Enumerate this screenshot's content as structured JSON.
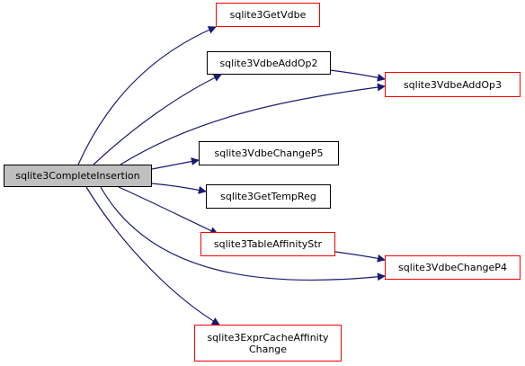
{
  "colors": {
    "edge": "#191970",
    "root_fill": "#bfbfbf",
    "linked_border": "#ff0000",
    "plain_border": "#000000"
  },
  "nodes": {
    "root": "sqlite3CompleteInsertion",
    "getvdbe": "sqlite3GetVdbe",
    "addop2": "sqlite3VdbeAddOp2",
    "addop3": "sqlite3VdbeAddOp3",
    "changep5": "sqlite3VdbeChangeP5",
    "gettempreg": "sqlite3GetTempReg",
    "tableaffinitystr": "sqlite3TableAffinityStr",
    "changep4": "sqlite3VdbeChangeP4",
    "exprcacheaffinity": "sqlite3ExprCacheAffinity\nChange"
  }
}
